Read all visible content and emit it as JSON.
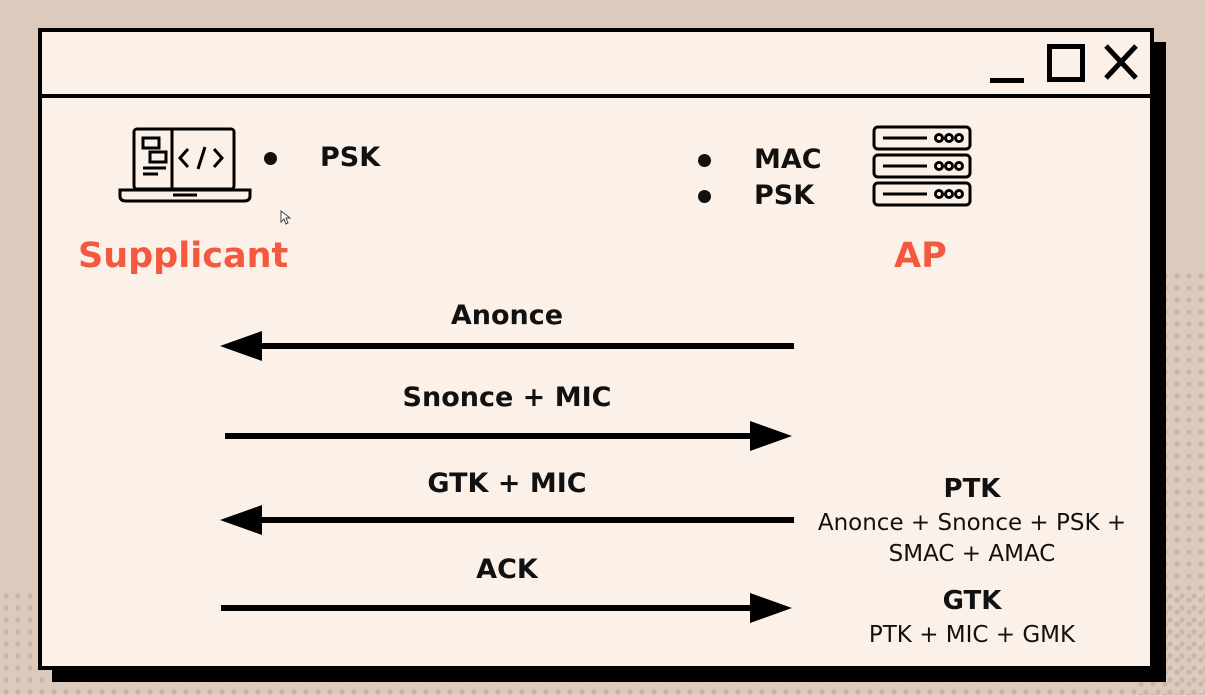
{
  "supplicant": {
    "label": "Supplicant",
    "icon": "laptop-code-icon",
    "knows": [
      "PSK"
    ]
  },
  "ap": {
    "label": "AP",
    "icon": "server-icon",
    "knows": [
      "MAC",
      "PSK"
    ]
  },
  "messages": [
    {
      "label": "Anonce",
      "direction": "AP → Supplicant"
    },
    {
      "label": "Snonce + MIC",
      "direction": "Supplicant → AP"
    },
    {
      "label": "GTK + MIC",
      "direction": "AP → Supplicant"
    },
    {
      "label": "ACK",
      "direction": "Supplicant → AP"
    }
  ],
  "ptk": {
    "title": "PTK",
    "formula_line1": "Anonce + Snonce + PSK +",
    "formula_line2": "SMAC + AMAC"
  },
  "gtk": {
    "title": "GTK",
    "formula": "PTK + MIC + GMK"
  },
  "colors": {
    "accent": "#f4583f",
    "window_bg": "#fbf1e8",
    "page_bg": "#dccbbd",
    "ink": "#111111"
  }
}
